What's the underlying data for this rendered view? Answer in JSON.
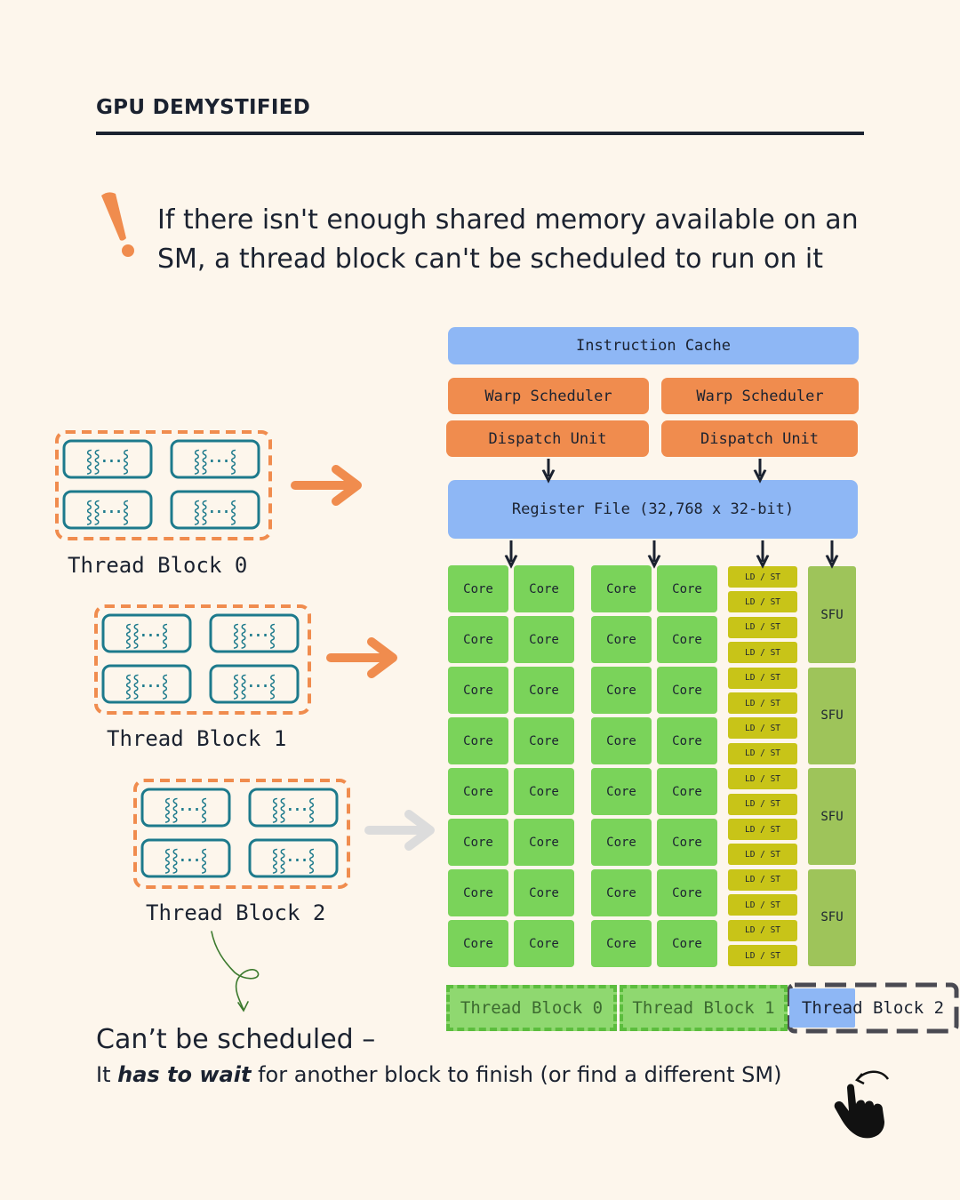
{
  "header": {
    "title": "GPU DEMYSTIFIED"
  },
  "note": {
    "icon": "exclamation-icon",
    "text": "If there isn't enough shared memory available on an SM, a thread block can't be scheduled to run on it"
  },
  "colors": {
    "background": "#fdf6ec",
    "accent_orange": "#f08c4e",
    "memory_blue": "#8eb7f5",
    "core_green": "#7ad35a",
    "ldst_yellow": "#c8c418",
    "sfu_green": "#9ec45a",
    "warp_teal": "#1d7a8c"
  },
  "sm": {
    "instruction_cache": "Instruction Cache",
    "warp_scheduler": "Warp Scheduler",
    "dispatch_unit": "Dispatch Unit",
    "register_file": "Register File (32,768 x 32-bit)",
    "core_label": "Core",
    "ldst_label": "LD / ST",
    "sfu_label": "SFU"
  },
  "thread_blocks": [
    {
      "label": "Thread Block 0",
      "warp_icon": "warp-threads-icon"
    },
    {
      "label": "Thread Block 1",
      "warp_icon": "warp-threads-icon"
    },
    {
      "label": "Thread Block 2",
      "warp_icon": "warp-threads-icon"
    }
  ],
  "shared_memory_slots": [
    "Thread Block 0",
    "Thread Block 1",
    "Thread Block 2"
  ],
  "warp_glyph": "⸾⸾⋯⸾",
  "caption": {
    "title": "Can’t be scheduled –",
    "line_pre": "It ",
    "line_bold": "has to wait",
    "line_post": " for another block to finish (or find a different SM)"
  }
}
